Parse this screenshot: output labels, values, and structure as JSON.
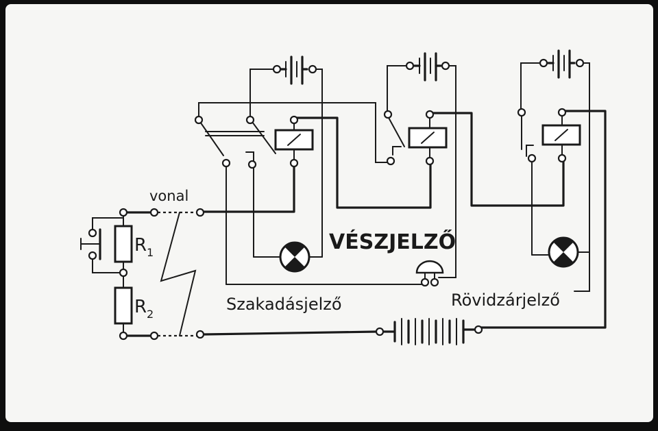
{
  "diagram": {
    "labels": {
      "vonal": "vonal",
      "r1": "R",
      "r1_sub": "1",
      "r2": "R",
      "r2_sub": "2",
      "veszjelzo": "VÉSZJELZŐ",
      "szakadasjelzo": "Szakadásjelző",
      "rovidzarjelzo": "Rövidzárjelző"
    },
    "colors": {
      "paper": "#f6f6f4",
      "ink": "#1a1a1a",
      "frame": "#0e0e0e"
    }
  }
}
